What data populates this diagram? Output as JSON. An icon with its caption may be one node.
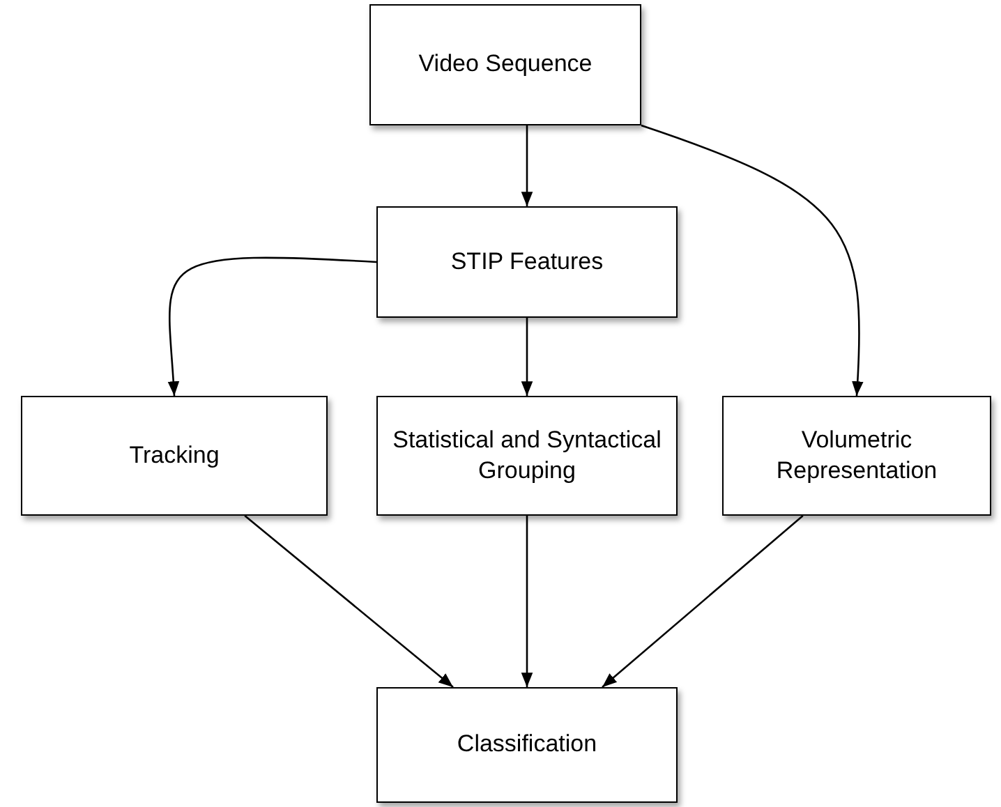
{
  "diagram": {
    "nodes": [
      {
        "text": [
          "Video Sequence"
        ]
      },
      {
        "text": [
          "STIP Features"
        ]
      },
      {
        "text": [
          "Tracking"
        ]
      },
      {
        "text": [
          "Statistical and Syntactical Grouping"
        ]
      },
      {
        "text": [
          "Volumetric Representation"
        ]
      },
      {
        "text": [
          "Classification"
        ]
      }
    ],
    "edges": [
      {
        "from": 0,
        "to": 1,
        "arrow": "to"
      },
      {
        "from": 0,
        "to": 4,
        "arrow": "to"
      },
      {
        "from": 1,
        "to": 2,
        "arrow": "to"
      },
      {
        "from": 1,
        "to": 3,
        "arrow": "to"
      },
      {
        "from": 2,
        "to": 5,
        "arrow": "to"
      },
      {
        "from": 3,
        "to": 5,
        "arrow": "to"
      },
      {
        "from": 4,
        "to": 5,
        "arrow": "to"
      }
    ]
  }
}
